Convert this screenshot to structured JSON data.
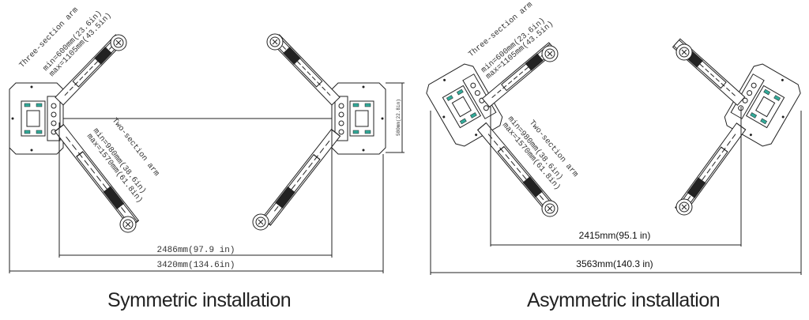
{
  "symmetric": {
    "caption": "Symmetric installation",
    "three_section_label": "Three-section arm",
    "three_section_min": "min=600mm(23.6in)",
    "three_section_max": "max=1105mm(43.5in)",
    "two_section_label": "Two-section arm",
    "two_section_min": "min=980mm(38.6in)",
    "two_section_max": "max=1570mm(61.8in)",
    "inner_width": "2486mm(97.9 in)",
    "outer_width": "3420mm(134.6in)",
    "base_depth": "580mm(22.8in)"
  },
  "asymmetric": {
    "caption": "Asymmetric installation",
    "three_section_label": "Three-section arm",
    "three_section_min": "min=600mm(23.6in)",
    "three_section_max": "max=1105mm(43.5in)",
    "two_section_label": "Two-section arm",
    "two_section_min": "min=980mm(38.6in)",
    "two_section_max": "max=1570mm(61.8in)",
    "inner_width": "2415mm(95.1 in)",
    "outer_width": "3563mm(140.3 in)"
  }
}
